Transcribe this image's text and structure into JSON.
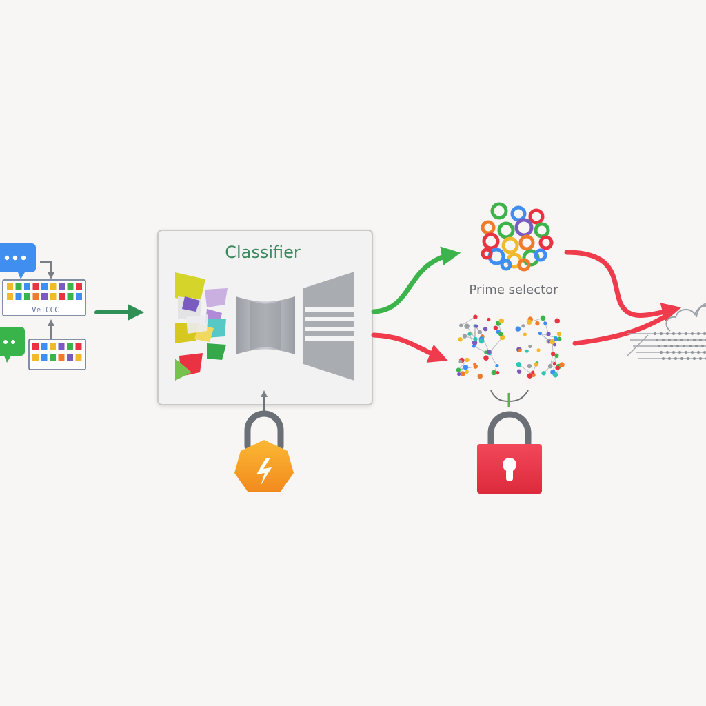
{
  "classifier": {
    "label": "Classifier"
  },
  "selector": {
    "label": "Prime selector"
  },
  "input": {
    "grid_caption": "VeICCC"
  },
  "colors": {
    "green": "#3cb44b",
    "red": "#ef3b4c",
    "orange": "#f59a23",
    "blue": "#3f8ef0",
    "box_border": "#c9c9c9",
    "text_green": "#3b8a5e",
    "text_gray": "#6a6e74"
  },
  "icons": {
    "input_chat_top": "chat-bubble-icon",
    "input_chat_bottom": "chat-bubble-icon",
    "lock_left": "lock-icon",
    "lock_right": "lock-icon",
    "output_node": "cloud-network-icon"
  }
}
